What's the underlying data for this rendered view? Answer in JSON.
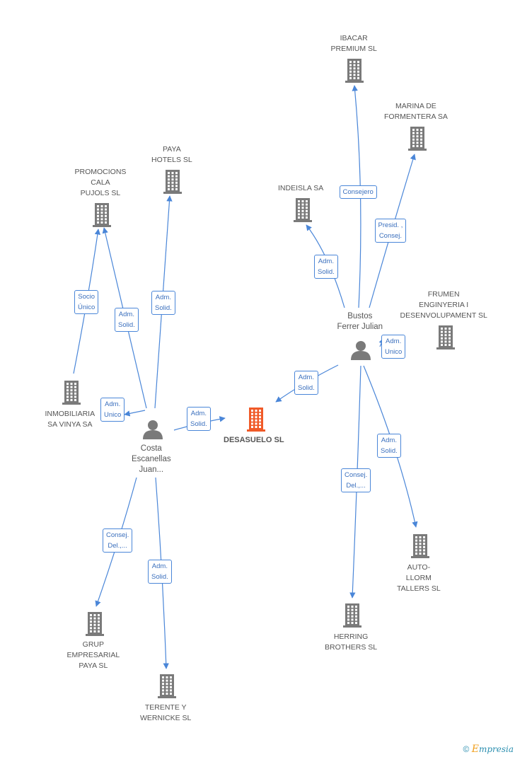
{
  "diagram": {
    "companies": [
      {
        "id": "ibacar",
        "label": [
          "IBACAR",
          "PREMIUM SL"
        ],
        "icon": "building-icon",
        "color": "#7a7a7a"
      },
      {
        "id": "marina",
        "label": [
          "MARINA DE",
          "FORMENTERA SA"
        ],
        "icon": "building-icon",
        "color": "#7a7a7a"
      },
      {
        "id": "indeisla",
        "label": [
          "INDEISLA SA"
        ],
        "icon": "building-icon",
        "color": "#7a7a7a"
      },
      {
        "id": "frumen",
        "label": [
          "FRUMEN",
          "ENGINYERIA I",
          "DESENVOLUPAMENT SL"
        ],
        "icon": "building-icon",
        "color": "#7a7a7a"
      },
      {
        "id": "paya_hotels",
        "label": [
          "PAYA",
          "HOTELS SL"
        ],
        "icon": "building-icon",
        "color": "#7a7a7a"
      },
      {
        "id": "promocions",
        "label": [
          "PROMOCIONS",
          "CALA",
          "PUJOLS SL"
        ],
        "icon": "building-icon",
        "color": "#7a7a7a"
      },
      {
        "id": "inmobiliaria",
        "label": [
          "INMOBILIARIA",
          "SA VINYA SA"
        ],
        "icon": "building-icon",
        "color": "#7a7a7a"
      },
      {
        "id": "desasuelo",
        "label": [
          "DESASUELO SL"
        ],
        "icon": "building-icon",
        "color": "#f05a28",
        "focus": true
      },
      {
        "id": "autollorm",
        "label": [
          "AUTO-",
          "LLORM",
          "TALLERS SL"
        ],
        "icon": "building-icon",
        "color": "#7a7a7a"
      },
      {
        "id": "herring",
        "label": [
          "HERRING",
          "BROTHERS SL"
        ],
        "icon": "building-icon",
        "color": "#7a7a7a"
      },
      {
        "id": "grup",
        "label": [
          "GRUP",
          "EMPRESARIAL",
          "PAYA SL"
        ],
        "icon": "building-icon",
        "color": "#7a7a7a"
      },
      {
        "id": "terente",
        "label": [
          "TERENTE Y",
          "WERNICKE SL"
        ],
        "icon": "building-icon",
        "color": "#7a7a7a"
      }
    ],
    "people": [
      {
        "id": "bustos",
        "label": [
          "Bustos",
          "Ferrer Julian"
        ],
        "icon": "person-icon",
        "color": "#7a7a7a"
      },
      {
        "id": "costa",
        "label": [
          "Costa",
          "Escanellas",
          "Juan..."
        ],
        "icon": "person-icon",
        "color": "#7a7a7a"
      }
    ],
    "edges": [
      {
        "from": "bustos",
        "to": "ibacar",
        "label": [
          "Consejero"
        ]
      },
      {
        "from": "bustos",
        "to": "marina",
        "label": [
          "Presid. ,",
          "Consej."
        ]
      },
      {
        "from": "bustos",
        "to": "indeisla",
        "label": [
          "Adm.",
          "Solid."
        ]
      },
      {
        "from": "bustos",
        "to": "frumen",
        "label": [
          "Adm.",
          "Unico"
        ]
      },
      {
        "from": "bustos",
        "to": "desasuelo",
        "label": [
          "Adm.",
          "Solid."
        ]
      },
      {
        "from": "bustos",
        "to": "autollorm",
        "label": [
          "Adm.",
          "Solid."
        ]
      },
      {
        "from": "bustos",
        "to": "herring",
        "label": [
          "Consej.",
          "Del.,..."
        ]
      },
      {
        "from": "costa",
        "to": "paya_hotels",
        "label": [
          "Adm.",
          "Solid."
        ]
      },
      {
        "from": "costa",
        "to": "promocions",
        "label": [
          "Adm.",
          "Solid."
        ]
      },
      {
        "from": "inmobiliaria",
        "to": "promocions",
        "label": [
          "Socio",
          "Único"
        ]
      },
      {
        "from": "costa",
        "to": "inmobiliaria",
        "label": [
          "Adm.",
          "Unico"
        ]
      },
      {
        "from": "costa",
        "to": "desasuelo",
        "label": [
          "Adm.",
          "Solid."
        ]
      },
      {
        "from": "costa",
        "to": "grup",
        "label": [
          "Consej.",
          "Del.,..."
        ]
      },
      {
        "from": "costa",
        "to": "terente",
        "label": [
          "Adm.",
          "Solid."
        ]
      }
    ],
    "edge_color": "#4a86d8"
  },
  "footer": {
    "copyright": "©",
    "brand_initial": "E",
    "brand_rest": "mpresia"
  }
}
